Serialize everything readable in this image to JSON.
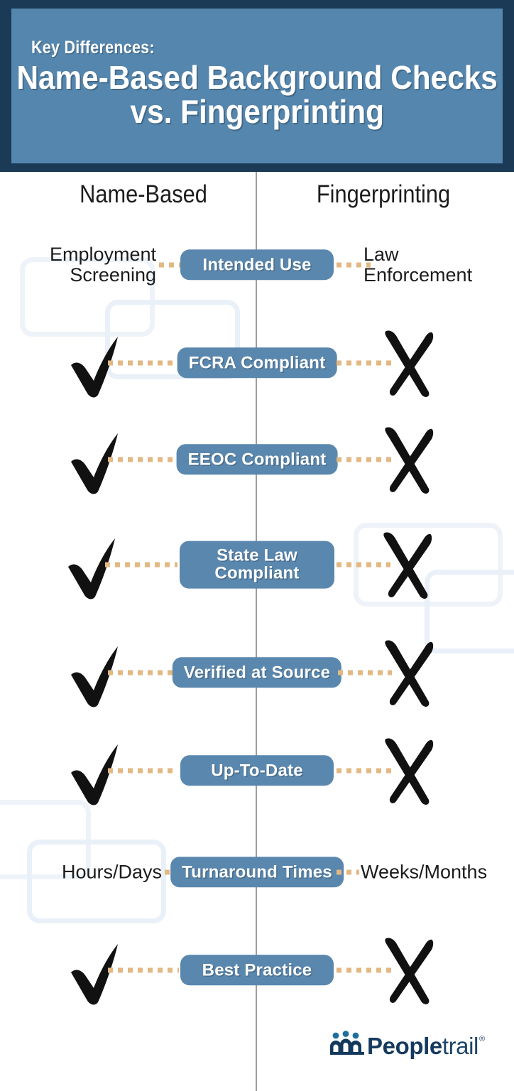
{
  "header": {
    "kicker": "Key Differences:",
    "title_line1": "Name-Based Background Checks",
    "title_line2": "vs. Fingerprinting",
    "band_color": "#1b3a55",
    "panel_color": "#5586ae"
  },
  "columns": {
    "left_label": "Name-Based",
    "right_label": "Fingerprinting"
  },
  "theme": {
    "badge_color": "#5a87ae",
    "dot_color": "#e2b883",
    "divider_color": "#9d9d9d",
    "mark_color": "#111111",
    "deco_color": "#eef3f9"
  },
  "rows": [
    {
      "badge": "Intended Use",
      "left_type": "text",
      "left_text": "Employment\nScreening",
      "right_type": "text",
      "right_text": "Law\nEnforcement"
    },
    {
      "badge": "FCRA Compliant",
      "left_type": "check",
      "left_text": "check-mark",
      "right_type": "cross",
      "right_text": "x-mark"
    },
    {
      "badge": "EEOC Compliant",
      "left_type": "check",
      "left_text": "check-mark",
      "right_type": "cross",
      "right_text": "x-mark"
    },
    {
      "badge": "State Law\nCompliant",
      "left_type": "check",
      "left_text": "check-mark",
      "right_type": "cross",
      "right_text": "x-mark"
    },
    {
      "badge": "Verified at Source",
      "left_type": "check",
      "left_text": "check-mark",
      "right_type": "cross",
      "right_text": "x-mark"
    },
    {
      "badge": "Up-To-Date",
      "left_type": "check",
      "left_text": "check-mark",
      "right_type": "cross",
      "right_text": "x-mark"
    },
    {
      "badge": "Turnaround Times",
      "left_type": "text",
      "left_text": "Hours/Days",
      "right_type": "text",
      "right_text": "Weeks/Months"
    },
    {
      "badge": "Best Practice",
      "left_type": "check",
      "left_text": "check-mark",
      "right_type": "cross",
      "right_text": "x-mark"
    }
  ],
  "logo": {
    "name_bold": "People",
    "name_light": "trail",
    "registered": "®",
    "icon": "people-group-icon",
    "color_dark": "#163a5f",
    "color_accent": "#1f6f9e"
  }
}
